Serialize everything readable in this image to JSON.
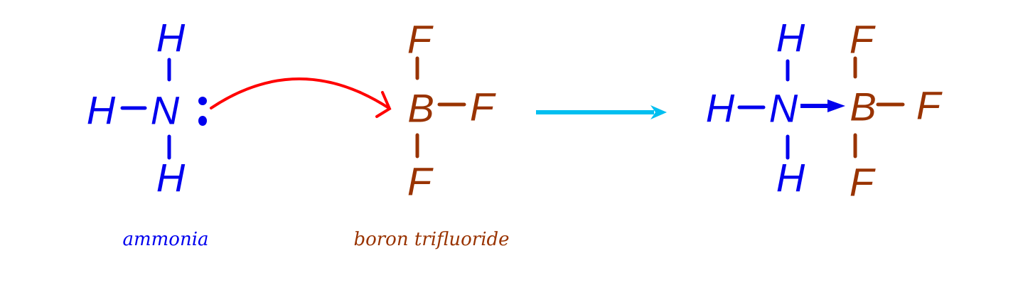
{
  "colors": {
    "ammonia": "#0000ee",
    "boron_trifluoride": "#993300",
    "electron_arrow": "#ff0000",
    "reaction_arrow": "#00bff0",
    "dative_bond": "#0000ee"
  },
  "ammonia": {
    "atoms": {
      "central": "N",
      "top": "H",
      "left": "H",
      "bottom": "H"
    },
    "label": "ammonia"
  },
  "boron_trifluoride": {
    "atoms": {
      "central": "B",
      "top": "F",
      "right": "F",
      "bottom": "F"
    },
    "label": "boron trifluoride"
  },
  "product": {
    "atoms": {
      "n": "N",
      "h_top": "H",
      "h_left": "H",
      "h_bottom": "H",
      "b": "B",
      "f_top": "F",
      "f_right": "F",
      "f_bottom": "F"
    }
  }
}
